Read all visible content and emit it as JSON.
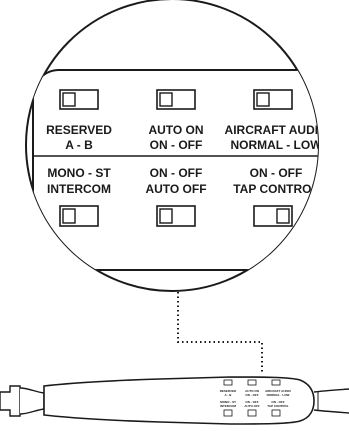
{
  "magnified_panel": {
    "switch_labels_top": [
      {
        "line1": "RESERVED",
        "line2": "A - B"
      },
      {
        "line1": "AUTO ON",
        "line2": "ON - OFF"
      },
      {
        "line1": "AIRCRAFT AUDIO",
        "line2": "NORMAL - LOW"
      }
    ],
    "switch_labels_bottom": [
      {
        "line1": "MONO - ST",
        "line2": "INTERCOM"
      },
      {
        "line1": "ON - OFF",
        "line2": "AUTO OFF"
      },
      {
        "line1": "ON - OFF",
        "line2": "TAP CONTROL"
      }
    ],
    "switch_positions_top": [
      "left",
      "left",
      "left"
    ],
    "switch_positions_bottom": [
      "left",
      "left",
      "right"
    ]
  },
  "colors": {
    "line": "#1a1a1a",
    "panel_fill": "#ffffff",
    "background": "#ffffff"
  }
}
